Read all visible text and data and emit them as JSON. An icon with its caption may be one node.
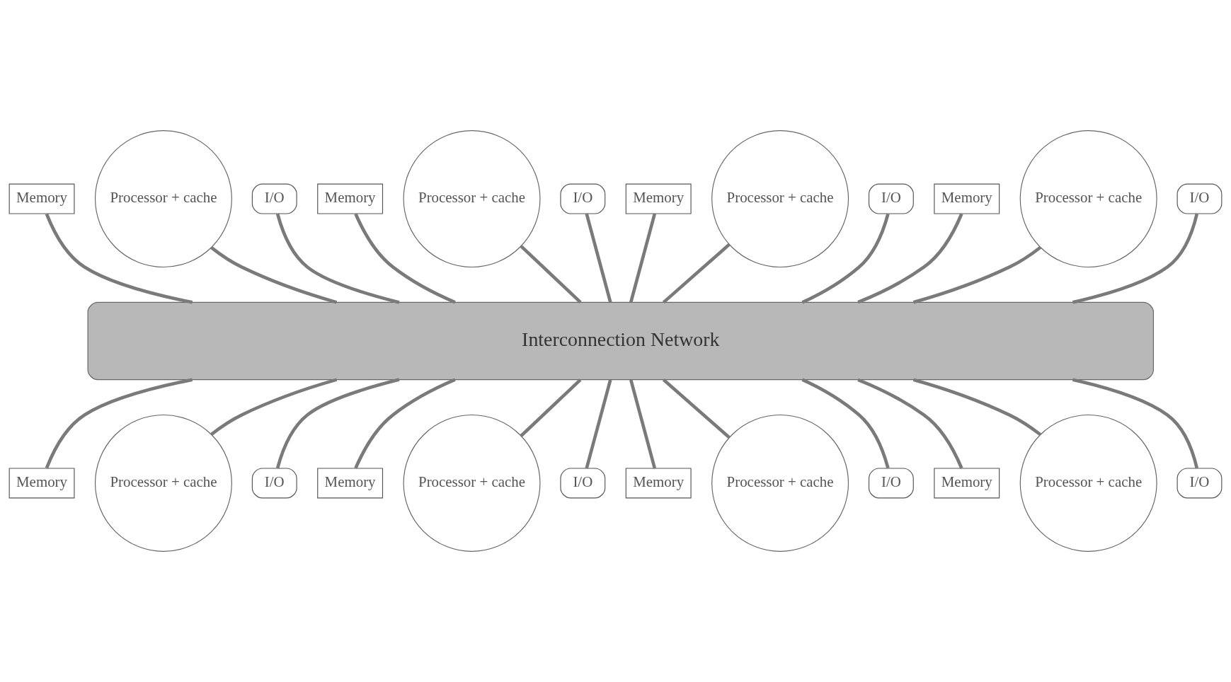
{
  "diagram": {
    "nodes": [
      {
        "text": [
          "Processor + cache"
        ]
      },
      {
        "text": [
          "Processor + cache"
        ]
      },
      {
        "text": [
          "Processor + cache"
        ]
      },
      {
        "text": [
          "Processor + cache"
        ]
      },
      {
        "text": [
          "Memory"
        ]
      },
      {
        "text": [
          "I/O"
        ]
      },
      {
        "text": [
          "Memory"
        ]
      },
      {
        "text": [
          "I/O"
        ]
      },
      {
        "text": [
          "Memory"
        ]
      },
      {
        "text": [
          "I/O"
        ]
      },
      {
        "text": [
          "Memory"
        ]
      },
      {
        "text": [
          "I/O"
        ]
      },
      {
        "text": [
          "Interconnection Network"
        ]
      },
      {
        "text": [
          "Memory"
        ]
      },
      {
        "text": [
          "I/O"
        ]
      },
      {
        "text": [
          "Memory"
        ]
      },
      {
        "text": [
          "I/O"
        ]
      },
      {
        "text": [
          "Memory"
        ]
      },
      {
        "text": [
          "I/O"
        ]
      },
      {
        "text": [
          "Memory"
        ]
      },
      {
        "text": [
          "I/O"
        ]
      },
      {
        "text": [
          "Processor + cache"
        ]
      },
      {
        "text": [
          "Processor + cache"
        ]
      },
      {
        "text": [
          "Processor + cache"
        ]
      },
      {
        "text": [
          "Processor + cache"
        ]
      }
    ],
    "edges": [
      {
        "from": 0,
        "to": 12,
        "arrow": "none"
      },
      {
        "from": 4,
        "to": 12,
        "arrow": "none"
      },
      {
        "from": 5,
        "to": 12,
        "arrow": "none"
      },
      {
        "from": 1,
        "to": 12,
        "arrow": "none"
      },
      {
        "from": 6,
        "to": 12,
        "arrow": "none"
      },
      {
        "from": 7,
        "to": 12,
        "arrow": "none"
      },
      {
        "from": 2,
        "to": 12,
        "arrow": "none"
      },
      {
        "from": 8,
        "to": 12,
        "arrow": "none"
      },
      {
        "from": 9,
        "to": 12,
        "arrow": "none"
      },
      {
        "from": 3,
        "to": 12,
        "arrow": "none"
      },
      {
        "from": 10,
        "to": 12,
        "arrow": "none"
      },
      {
        "from": 11,
        "to": 12,
        "arrow": "none"
      },
      {
        "from": 12,
        "to": 13,
        "arrow": "none"
      },
      {
        "from": 12,
        "to": 14,
        "arrow": "none"
      },
      {
        "from": 12,
        "to": 21,
        "arrow": "none"
      },
      {
        "from": 12,
        "to": 15,
        "arrow": "none"
      },
      {
        "from": 12,
        "to": 16,
        "arrow": "none"
      },
      {
        "from": 12,
        "to": 22,
        "arrow": "none"
      },
      {
        "from": 12,
        "to": 17,
        "arrow": "none"
      },
      {
        "from": 12,
        "to": 18,
        "arrow": "none"
      },
      {
        "from": 12,
        "to": 23,
        "arrow": "none"
      },
      {
        "from": 12,
        "to": 19,
        "arrow": "none"
      },
      {
        "from": 12,
        "to": 20,
        "arrow": "none"
      },
      {
        "from": 12,
        "to": 24,
        "arrow": "none"
      }
    ]
  }
}
